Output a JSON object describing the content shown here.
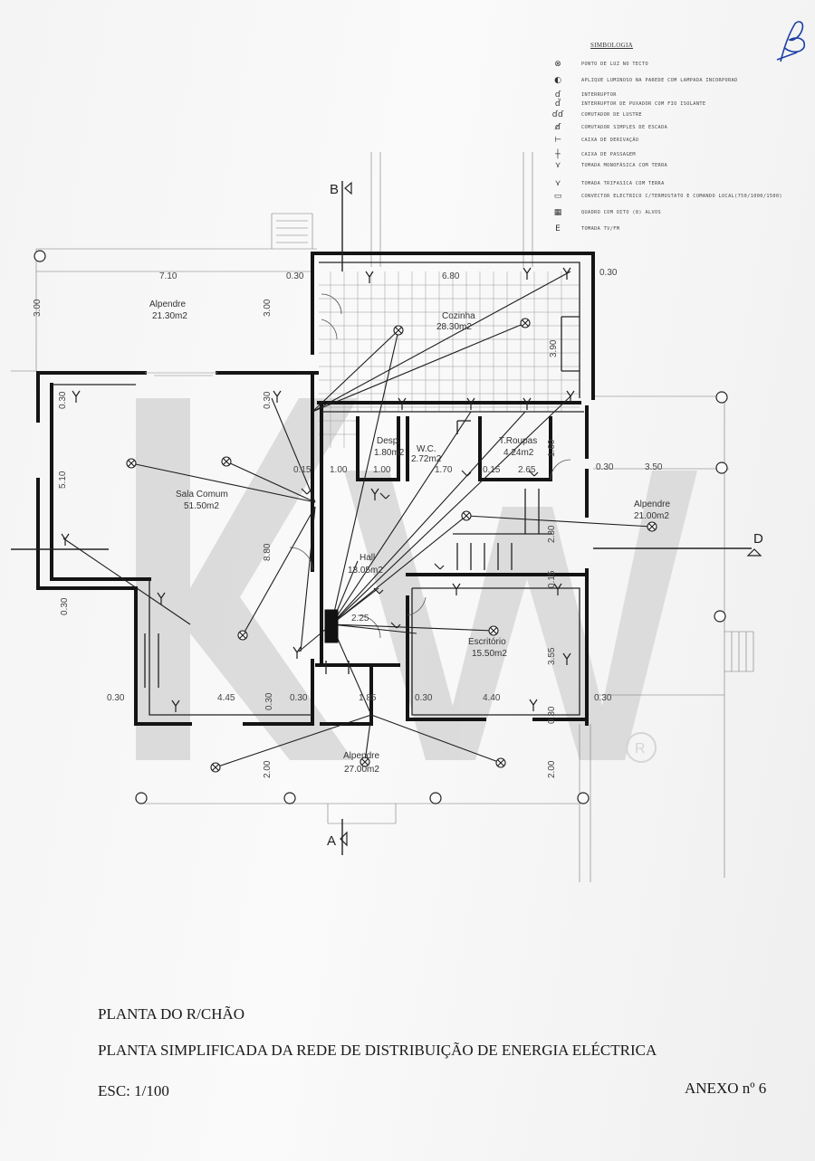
{
  "legend": {
    "title": "SIMBOLOGIA",
    "items": [
      {
        "symbol": "⊗",
        "label": "PONTO DE LUZ NO TECTO",
        "icon": "ceiling-light-icon"
      },
      {
        "symbol": "◐",
        "label": "APLIQUE LUMINOSO NA PAREDE COM LAMPADA INCORPORAD",
        "icon": "wall-light-icon"
      },
      {
        "symbol": "ɗ",
        "label": "INTERRUPTOR",
        "icon": "switch-icon"
      },
      {
        "symbol": "ɗ̈",
        "label": "INTERRUPTOR DE PUXADOR COM FIO ISOLANTE",
        "icon": "pull-switch-icon"
      },
      {
        "symbol": "ɗɗ",
        "label": "COMUTADOR DE LUSTRE",
        "icon": "chandelier-switch-icon"
      },
      {
        "symbol": "ɗ̸",
        "label": "COMUTADOR SIMPLES DE ESCADA",
        "icon": "stair-switch-icon"
      },
      {
        "symbol": "⊢",
        "label": "CAIXA DE DERIVAÇÃO",
        "icon": "junction-box-icon"
      },
      {
        "symbol": "┼",
        "label": "CAIXA DE PASSAGEM",
        "icon": "pull-box-icon"
      },
      {
        "symbol": "⋎",
        "label": "TOMADA MONOFÁSICA COM TERRA",
        "icon": "socket-icon"
      },
      {
        "symbol": "⋎",
        "label": "TOMADA TRIFASICA COM TERRA",
        "icon": "three-phase-socket-icon"
      },
      {
        "symbol": "▭",
        "label": "CONVECTOR ELECTRICO C/TERMOSTATO E COMANDO LOCAL(750/1000/1500)",
        "icon": "convector-icon"
      },
      {
        "symbol": "▦",
        "label": "QUADRO COM OITO (8) ALVOS",
        "icon": "panel-board-icon"
      },
      {
        "symbol": "E",
        "label": "TOMADA TV/FM",
        "icon": "tv-socket-icon"
      }
    ]
  },
  "sections": {
    "b": "B",
    "a": "A",
    "d": "D"
  },
  "rooms": [
    {
      "id": "alpendre-top",
      "name": "Alpendre",
      "area": "21.30m2"
    },
    {
      "id": "cozinha",
      "name": "Cozinha",
      "area": "28.30m2"
    },
    {
      "id": "sala",
      "name": "Sala Comum",
      "area": "51.50m2"
    },
    {
      "id": "desp",
      "name": "Desp.",
      "area": "1.80m2"
    },
    {
      "id": "wc",
      "name": "W.C.",
      "area": "2.72m2"
    },
    {
      "id": "roupas",
      "name": "T.Roupas",
      "area": "4.24m2"
    },
    {
      "id": "alpendre-right",
      "name": "Alpendre",
      "area": "21.00m2"
    },
    {
      "id": "hall",
      "name": "Hall",
      "area": "13.05m2"
    },
    {
      "id": "escritorio",
      "name": "Escritório",
      "area": "15.50m2"
    },
    {
      "id": "alpendre-bottom",
      "name": "Alpendre",
      "area": "27.00m2"
    }
  ],
  "dimensions": {
    "top_710": "7.10",
    "top_030a": "0.30",
    "top_680": "6.80",
    "top_030b": "0.30",
    "alp_300a": "3.00",
    "alp_300b": "3.00",
    "coz_390": "3.90",
    "sala_030a": "0.30",
    "sala_030b": "0.30",
    "sala_510": "5.10",
    "mid_015": "0.15",
    "mid_100a": "1.00",
    "mid_100b": "1.00",
    "mid_170": "1.70",
    "mid_015b": "0.15",
    "mid_265": "2.65",
    "mid_160": "1.60",
    "right_030": "0.30",
    "right_350": "3.50",
    "left_030": "0.30",
    "hall_880": "8.80",
    "hall_230": "2.30",
    "esc_015": "0.15",
    "hall_225": "2.25",
    "esc_355": "3.55",
    "bot_030a": "0.30",
    "bot_445": "4.45",
    "bot_030b": "0.30",
    "bot_030c": "0.30",
    "bot_185": "1.85",
    "bot_030d": "0.30",
    "bot_440": "4.40",
    "bot_030e": "0.30",
    "bot_030f": "0.30",
    "bot_200a": "2.00",
    "bot_200b": "2.00"
  },
  "footer": {
    "line1": "PLANTA DO R/CHÃO",
    "line2": "PLANTA SIMPLIFICADA DA REDE DE DISTRIBUIÇÃO DE ENERGIA ELÉCTRICA",
    "scale": "ESC:   1/100",
    "annex": "ANEXO nº 6"
  },
  "colors": {
    "line": "#1e1e1e",
    "wall": "#141414",
    "watermark": "#d6d6d6",
    "ink": "#1d3fa8"
  }
}
